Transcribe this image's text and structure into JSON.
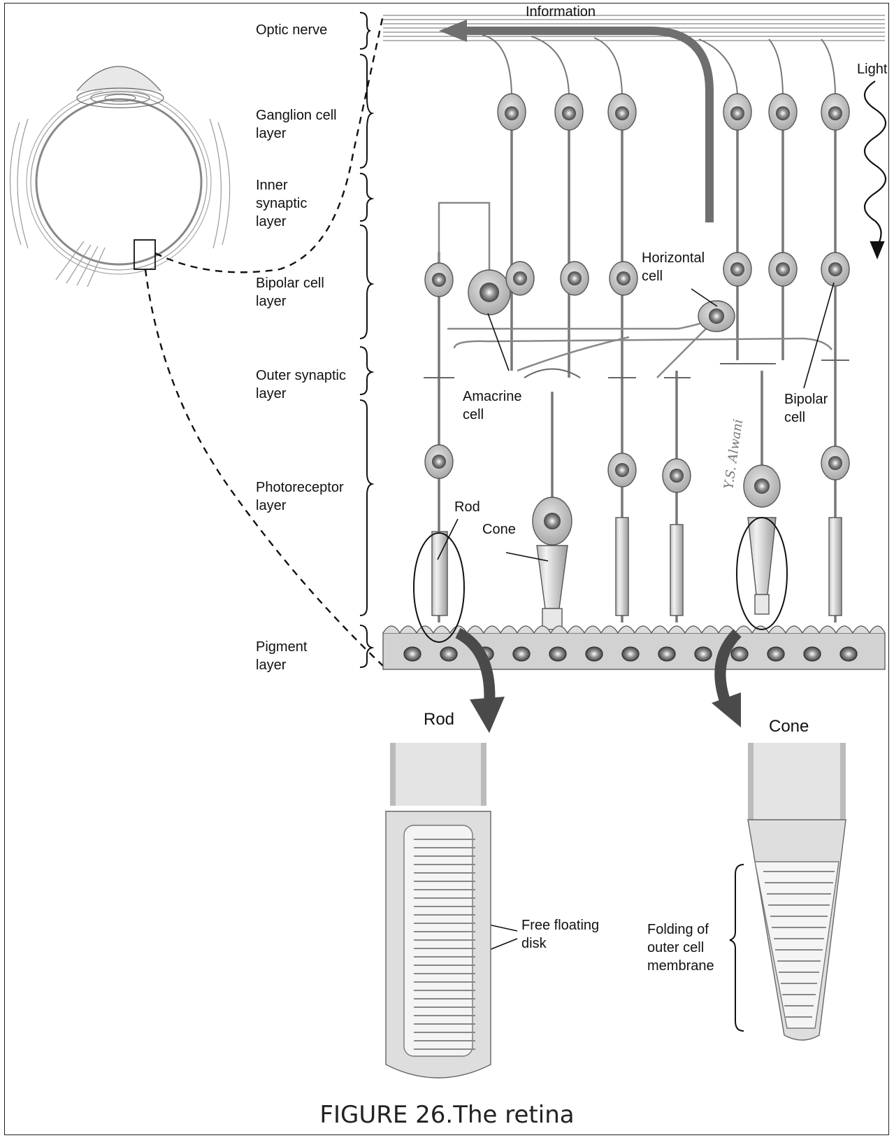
{
  "top_arrow_label": "Information",
  "light_label": "Light",
  "layers": [
    {
      "id": "optic",
      "label": "Optic nerve"
    },
    {
      "id": "ganglion",
      "label": "Ganglion cell\nlayer"
    },
    {
      "id": "inner",
      "label": "Inner\nsynaptic\nlayer"
    },
    {
      "id": "bipolar",
      "label": "Bipolar cell\nlayer"
    },
    {
      "id": "outer",
      "label": "Outer synaptic\nlayer"
    },
    {
      "id": "photo",
      "label": "Photoreceptor\nlayer"
    },
    {
      "id": "pigment",
      "label": "Pigment\nlayer"
    }
  ],
  "cell_labels": {
    "horizontal": "Horizontal\ncell",
    "amacrine": "Amacrine\ncell",
    "bipolar": "Bipolar\ncell",
    "rod": "Rod",
    "cone": "Cone"
  },
  "detail": {
    "rod_title": "Rod",
    "cone_title": "Cone",
    "rod_note": "Free floating\ndisk",
    "cone_note": "Folding of\nouter cell\nmembrane"
  },
  "caption": "FIGURE 26.The retina",
  "signature": "Y.S. Alwani",
  "colors": {
    "ink": "#222222",
    "flow_arrow": "#6f6f6f",
    "detail_arrow": "#4a4a4a"
  }
}
